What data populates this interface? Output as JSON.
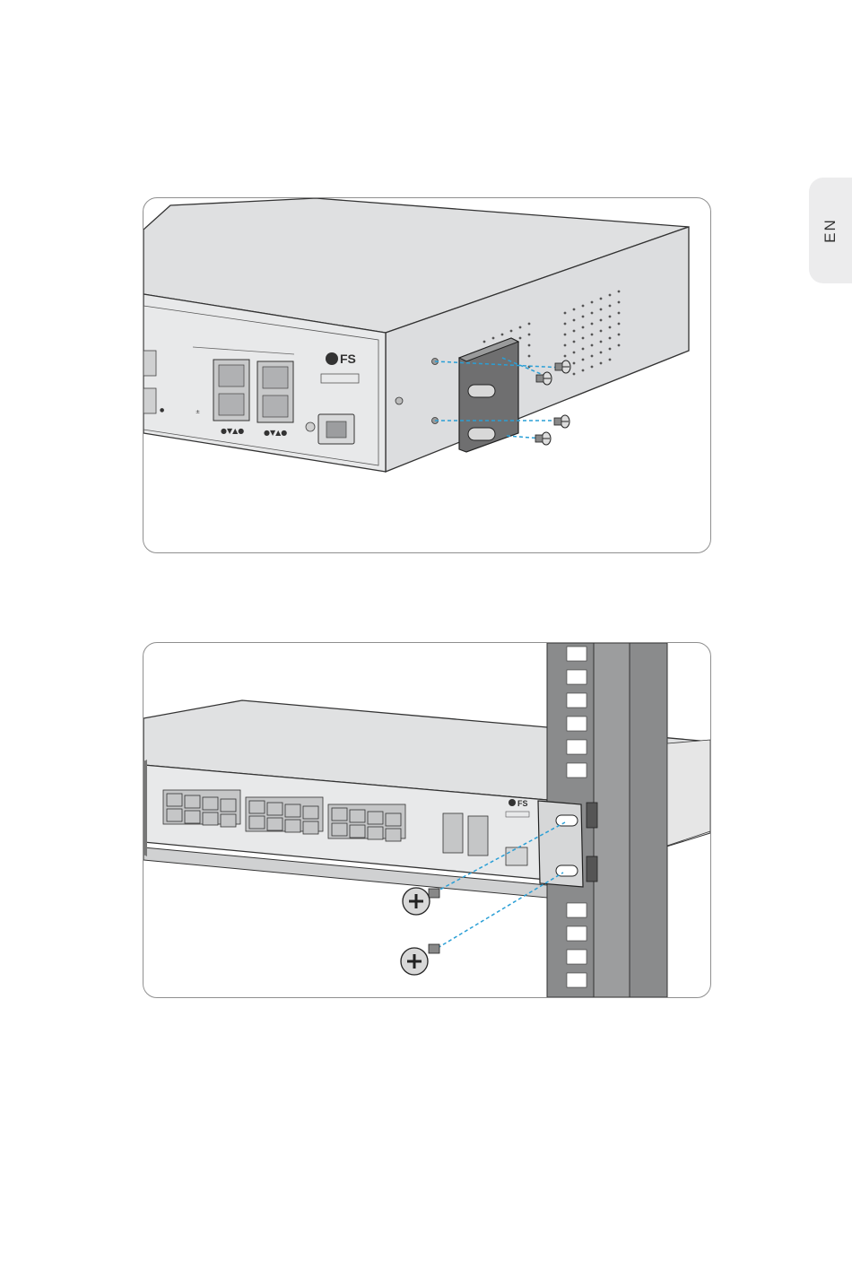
{
  "side_tab": {
    "label": "EN"
  },
  "figures": [
    {
      "brand_logo": "FS",
      "description_icons": [
        "switch-chassis",
        "mounting-bracket",
        "screw",
        "sfp-ports",
        "console-port"
      ]
    },
    {
      "brand_logo": "FS",
      "description_icons": [
        "switch-chassis",
        "rack-rail",
        "screw",
        "rj45-ports"
      ]
    }
  ],
  "colors": {
    "chassis_top": "#e0e1e2",
    "chassis_front": "#e8e9ea",
    "bracket": "#6f6f70",
    "rack": "#8a8b8c",
    "guide_line": "#2a9fd6"
  }
}
